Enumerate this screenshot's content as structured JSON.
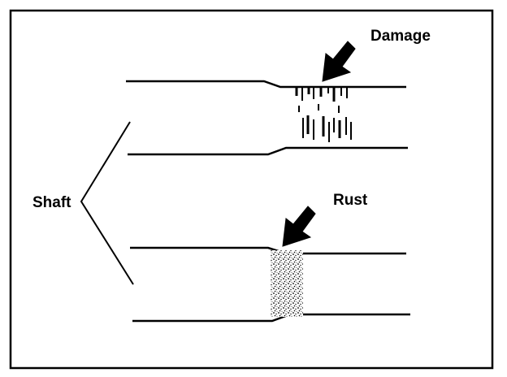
{
  "labels": {
    "damage": "Damage",
    "rust": "Rust",
    "shaft": "Shaft"
  },
  "colors": {
    "ink": "#000000",
    "background": "#ffffff"
  },
  "icons": [
    "arrow-down-left-icon"
  ]
}
